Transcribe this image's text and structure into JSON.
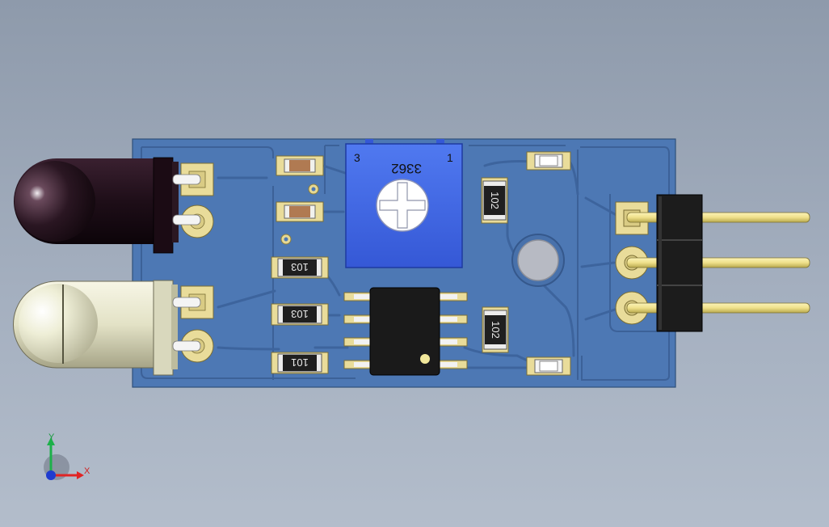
{
  "board": {
    "pot_pin_left": "3",
    "pot_model": "3362",
    "pot_pin_right": "1",
    "resistors": [
      {
        "label": "103"
      },
      {
        "label": "103"
      },
      {
        "label": "101"
      },
      {
        "label": "102"
      },
      {
        "label": "102"
      }
    ]
  },
  "triad": {
    "y_label": "Y",
    "x_label": "X"
  },
  "colors": {
    "background": "#a4afbf",
    "pcb": "#4d78b4",
    "pad": "#e9dc9a",
    "potentiometer": "#3b64e8",
    "ic": "#1a1a1a",
    "header_pins": "#f0e286"
  }
}
